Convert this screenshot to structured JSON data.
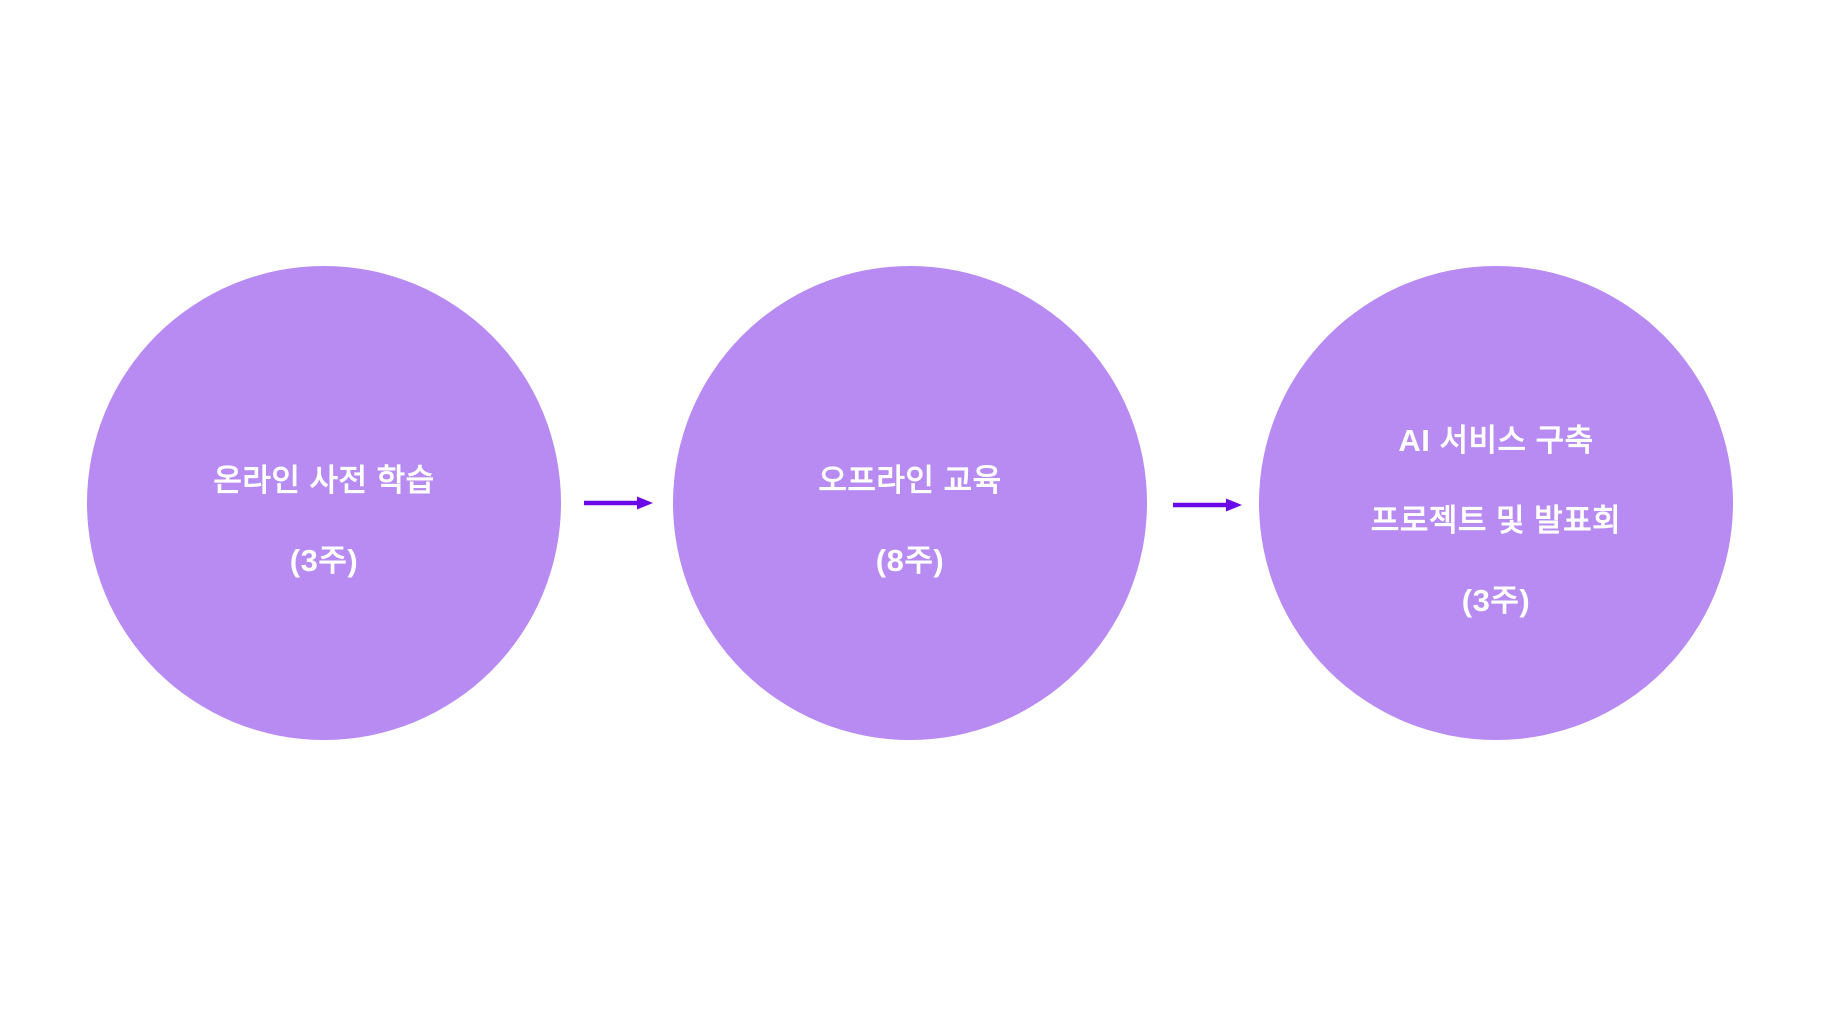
{
  "page": {
    "background": "#ffffff"
  },
  "colors": {
    "circle_fill": "#b78bf2",
    "arrow": "#6b0ae8",
    "text": "#ffffff"
  },
  "diagram": {
    "type": "process-flow",
    "direction": "left-to-right",
    "steps": [
      {
        "id": "online-pre-learning",
        "lines": [
          "온라인 사전 학습",
          "(3주)"
        ]
      },
      {
        "id": "offline-education",
        "lines": [
          "오프라인 교육",
          "(8주)"
        ]
      },
      {
        "id": "ai-service-project",
        "lines": [
          "AI 서비스 구축",
          "프로젝트 및 발표회",
          "(3주)"
        ]
      }
    ],
    "connectors": [
      {
        "icon": "arrow-right-icon"
      },
      {
        "icon": "arrow-right-icon"
      }
    ]
  }
}
